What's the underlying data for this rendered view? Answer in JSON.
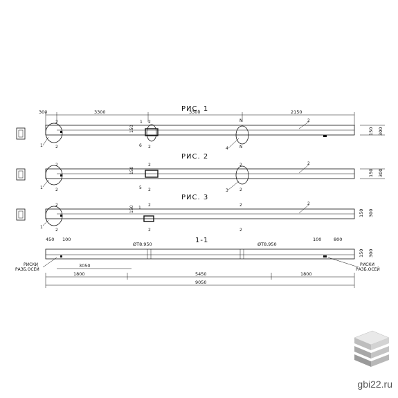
{
  "figures": {
    "fig1": "РИС. 1",
    "fig2": "РИС. 2",
    "fig3": "РИС. 3",
    "section": "1-1"
  },
  "dims": {
    "d300": "300",
    "d3300a": "3300",
    "d3300b": "3300",
    "d2150": "2150",
    "d150": "150",
    "d300v": "300",
    "d450": "450",
    "d100a": "100",
    "d100b": "100",
    "d800": "800",
    "d3050": "3050",
    "d1800a": "1800",
    "d5450": "5450",
    "d1800b": "1800",
    "d9050": "9050"
  },
  "labels": {
    "bar_left": "ØТ8.950",
    "bar_right": "ØТ8.950",
    "marks_left_1": "РИСКИ",
    "marks_left_2": "РАЗБ.ОСЕЙ",
    "marks_right_1": "РИСКИ",
    "marks_right_2": "РАЗБ.ОСЕЙ"
  },
  "callouts": [
    "1",
    "2",
    "3",
    "4",
    "5",
    "6",
    "N"
  ],
  "brand": {
    "logo": "stacked-slabs-logo",
    "site": "gbi22.ru"
  }
}
